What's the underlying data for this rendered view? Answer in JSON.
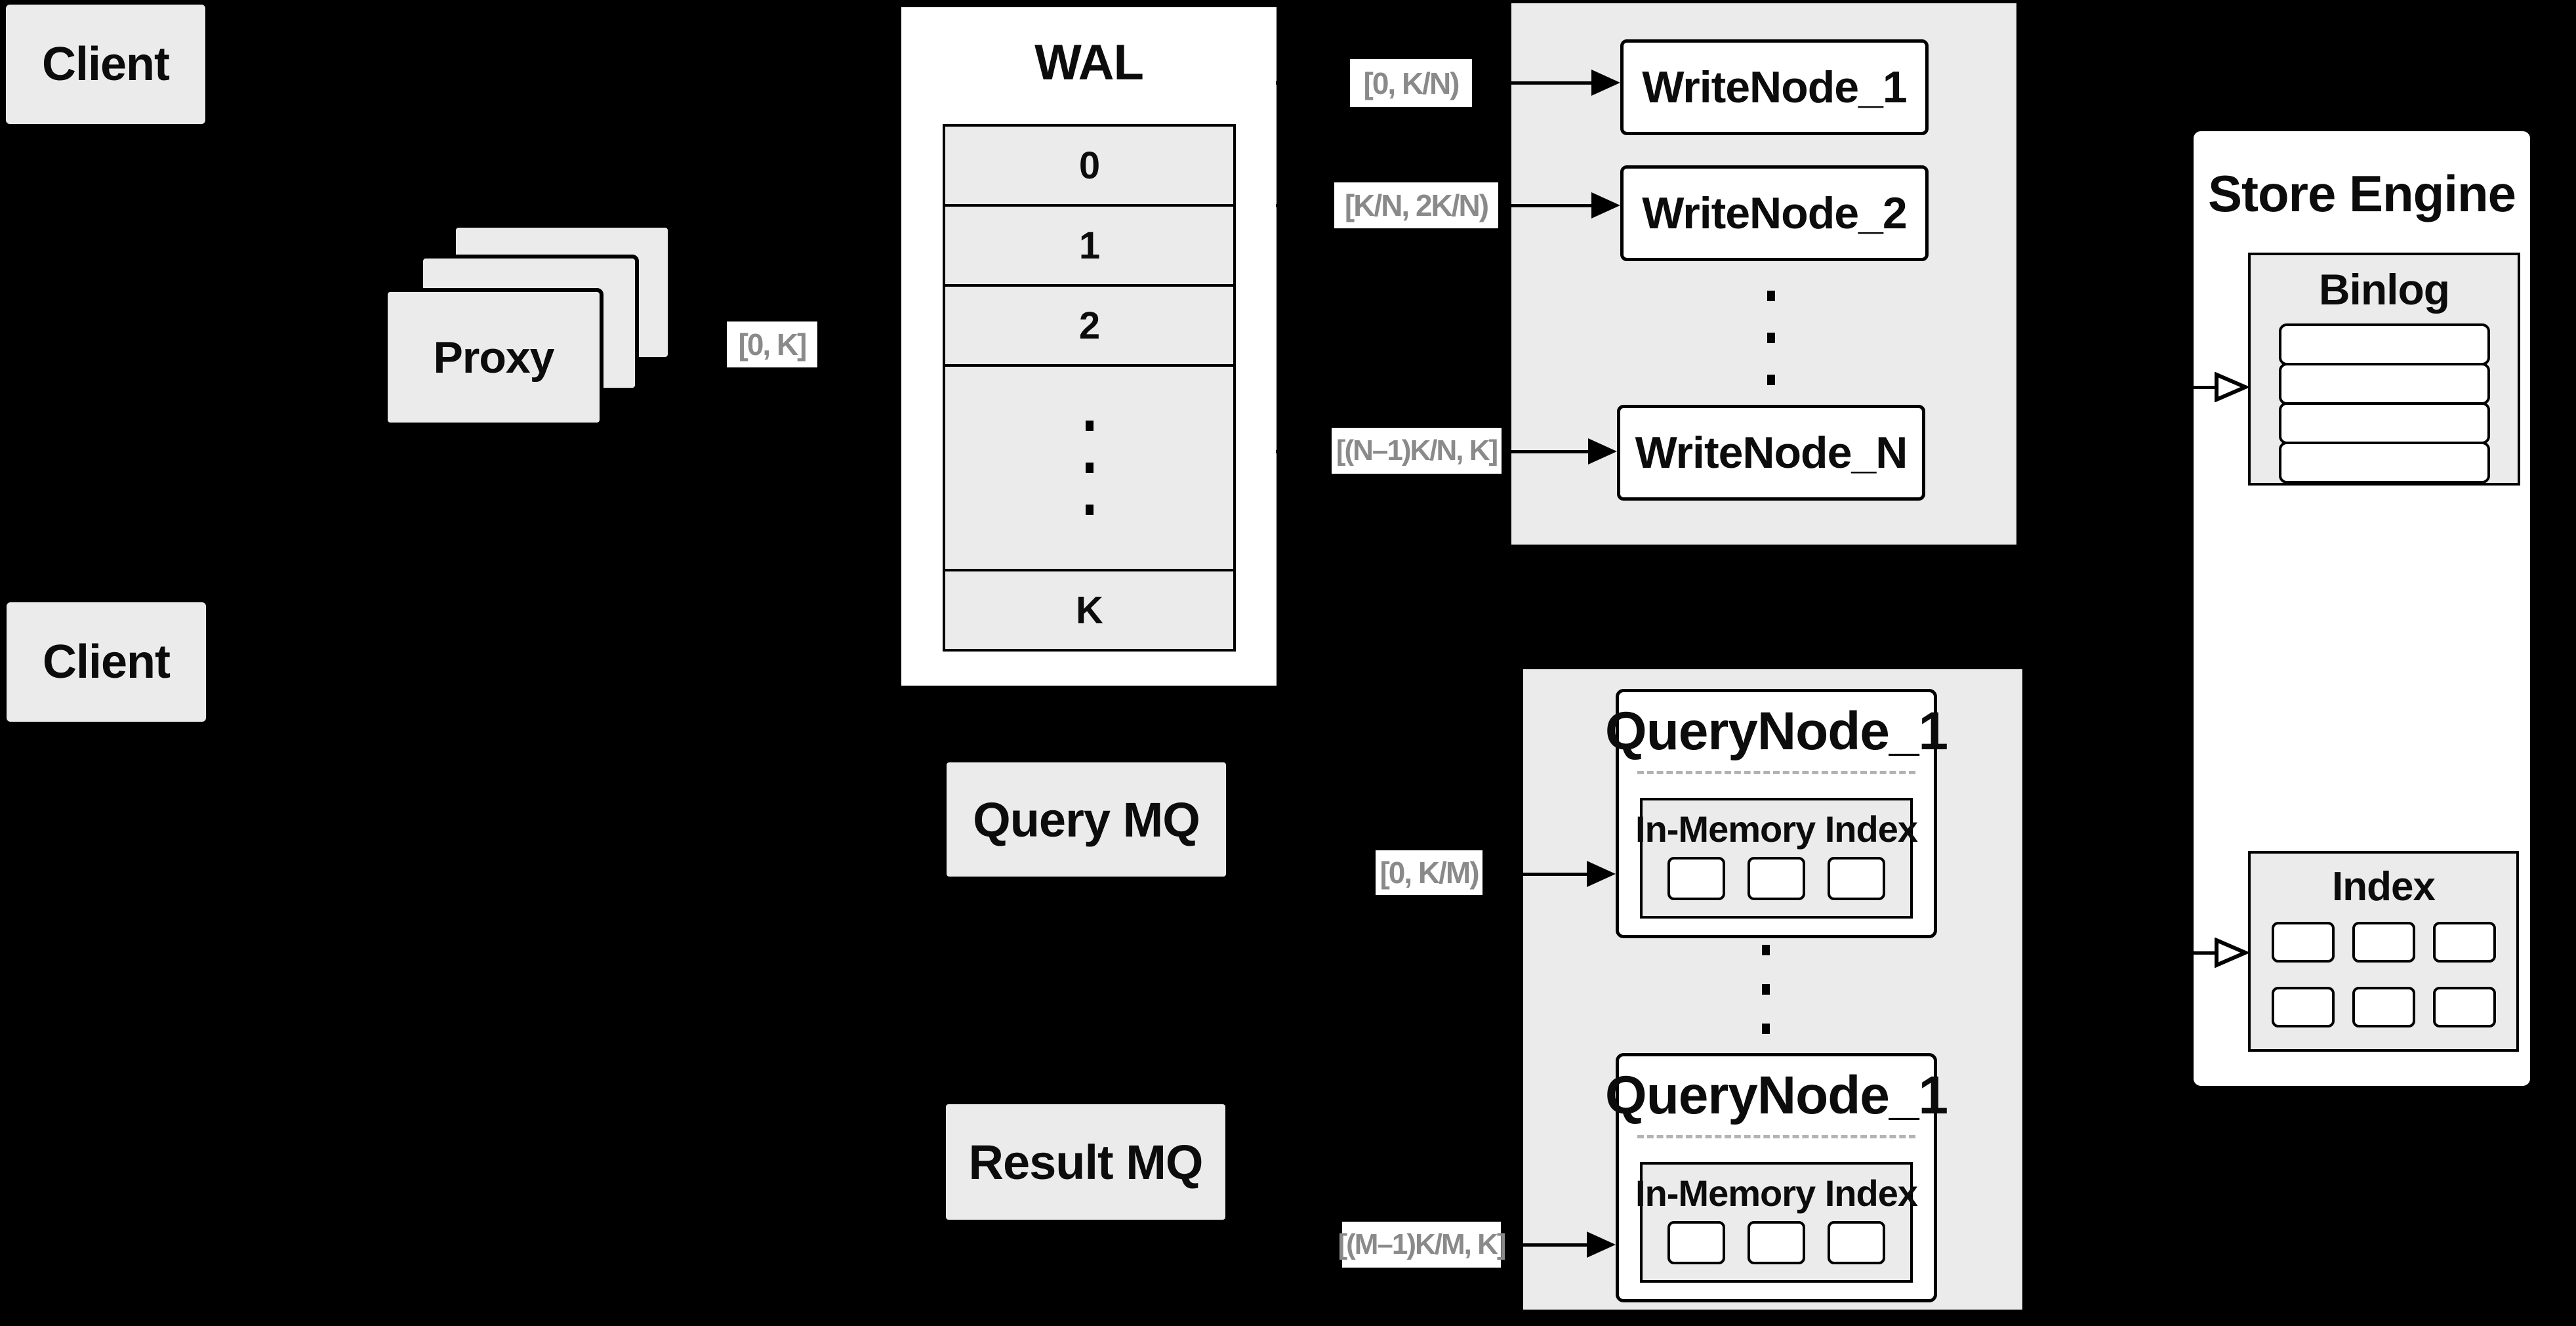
{
  "colors": {
    "background": "#000000",
    "panel_grey": "#ebebeb",
    "box_white": "#ffffff",
    "line_black": "#000000",
    "label_text_grey": "#8a8a8a"
  },
  "clients": {
    "top_label": "Client",
    "bottom_label": "Client"
  },
  "proxy": {
    "label": "Proxy",
    "range_label": "[0, K]"
  },
  "wal": {
    "title": "WAL",
    "rows": [
      "0",
      "1",
      "2"
    ],
    "last_row": "K"
  },
  "write_group": {
    "range_labels": [
      "[0, K/N)",
      "[K/N, 2K/N)",
      "[(N–1)K/N, K]"
    ],
    "nodes": [
      "WriteNode_1",
      "WriteNode_2",
      "WriteNode_N"
    ]
  },
  "mq": {
    "query_label": "Query MQ",
    "result_label": "Result MQ"
  },
  "query_group": {
    "range_labels": [
      "[0, K/M)",
      "[(M–1)K/M, K]"
    ],
    "nodes": [
      {
        "title": "QueryNode_1",
        "inner_title": "In-Memory Index"
      },
      {
        "title": "QueryNode_1",
        "inner_title": "In-Memory Index"
      }
    ]
  },
  "store_engine": {
    "title": "Store Engine",
    "binlog_title": "Binlog",
    "index_title": "Index"
  }
}
